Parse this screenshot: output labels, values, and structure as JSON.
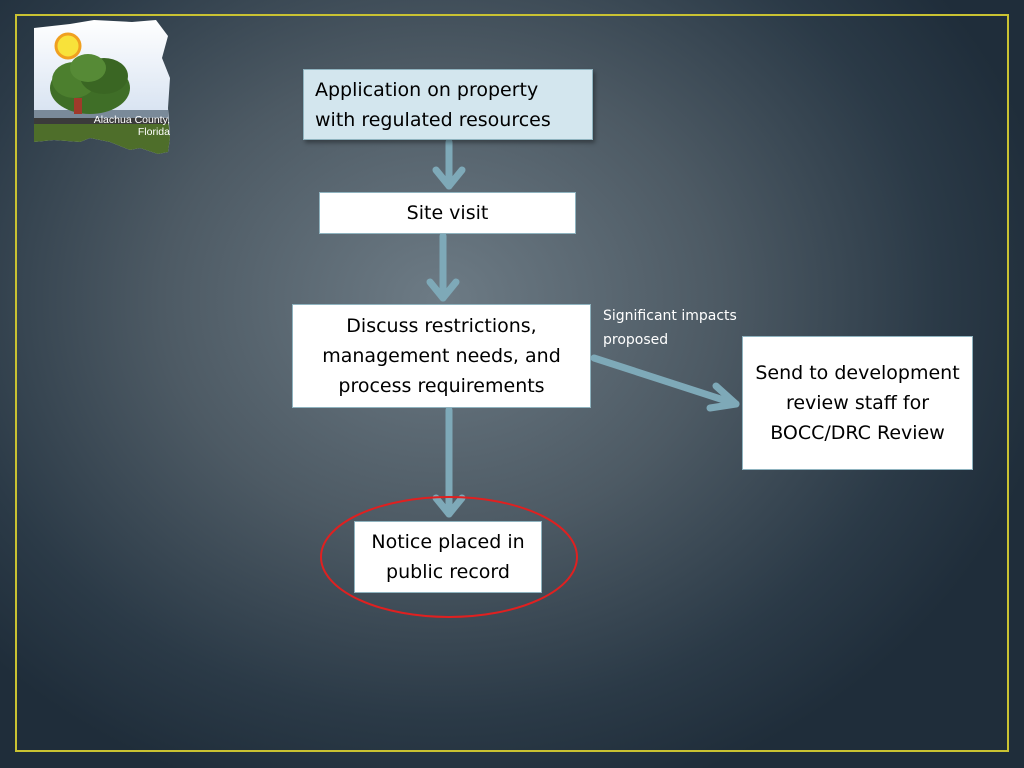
{
  "logo": {
    "text": "Alachua County, Florida",
    "line1": "Alachua County,",
    "line2": "Florida"
  },
  "flow": {
    "application": "Application on property with regulated resources",
    "site_visit": "Site visit",
    "discuss": "Discuss restrictions, management needs, and process requirements",
    "notice": "Notice placed in public record",
    "send": "Send to development review staff for BOCC/DRC  Review",
    "branch_label": "Significant impacts proposed"
  },
  "colors": {
    "frame": "#c9c232",
    "arrow": "#7ea9b8",
    "highlight_ellipse": "#e02020",
    "top_box_fill": "#d3e6ee"
  }
}
